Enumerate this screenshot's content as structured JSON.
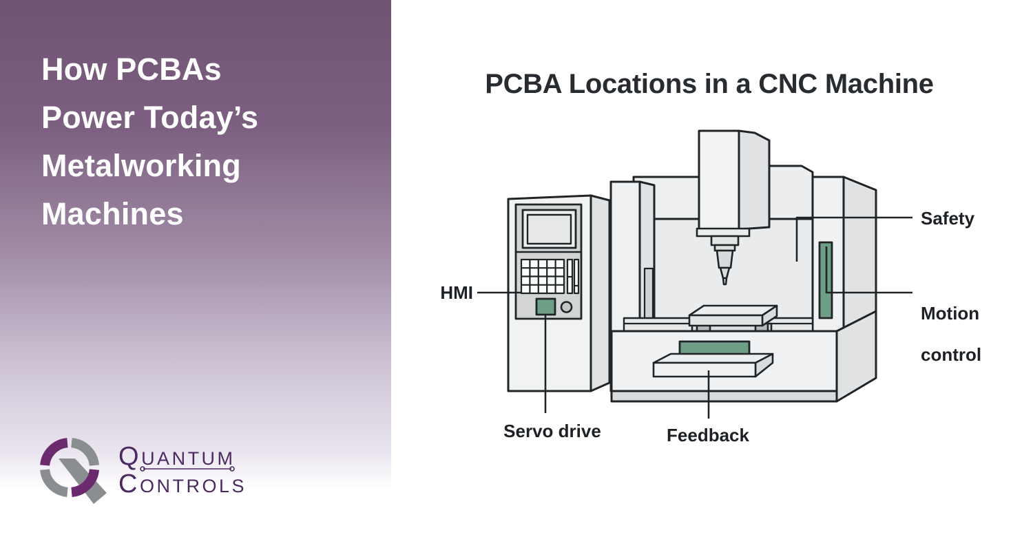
{
  "left_panel": {
    "title_lines": [
      "How PCBAs",
      "Power Today’s",
      "Metalworking",
      "Machines"
    ],
    "background_top_color": "#715374",
    "background_bottom_color": "#ffffff",
    "title_color": "#ffffff",
    "logo": {
      "word1_initial": "Q",
      "word1_rest": "UANTUM",
      "word2_initial": "C",
      "word2_rest": "ONTROLS",
      "text_color": "#4b2a60",
      "mark_purple": "#6b2a6e",
      "mark_gray": "#8b8e90"
    }
  },
  "diagram": {
    "title": "PCBA Locations in a CNC Machine",
    "labels": {
      "hmi": "HMI",
      "safety": "Safety",
      "motion_line1": "Motion",
      "motion_line2": "control",
      "servo_drive": "Servo drive",
      "feedback": "Feedback"
    },
    "pcba_green": "#6f9e87",
    "outline_color": "#212427"
  }
}
